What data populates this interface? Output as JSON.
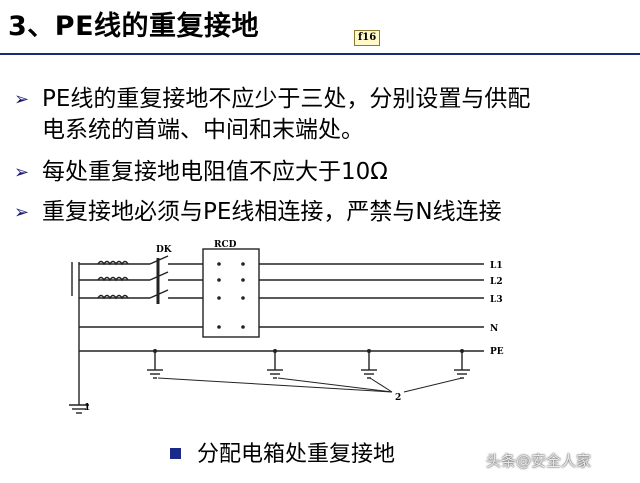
{
  "title": "3、PE线的重复接地",
  "tag": "f16",
  "bullets": [
    {
      "mark": "➢",
      "line1": "PE线的重复接地不应少于三处，分别设置与供配",
      "line2": "电系统的首端、中间和末端处。"
    },
    {
      "mark": "➢",
      "line1": "每处重复接地电阻值不应大于10Ω"
    },
    {
      "mark": "➢",
      "line1": "重复接地必须与PE线相连接，严禁与N线连接"
    }
  ],
  "diagram": {
    "dk_label": "DK",
    "rcd_label": "RCD",
    "line_labels": [
      "L1",
      "L2",
      "L3",
      "N",
      "PE"
    ],
    "ground_label_1": "1",
    "ground_label_2": "2"
  },
  "caption": "分配电箱处重复接地",
  "watermark": "头条@安全人家",
  "colors": {
    "rule": "#1a2a7a",
    "caption_bullet": "#1a2a8a"
  }
}
